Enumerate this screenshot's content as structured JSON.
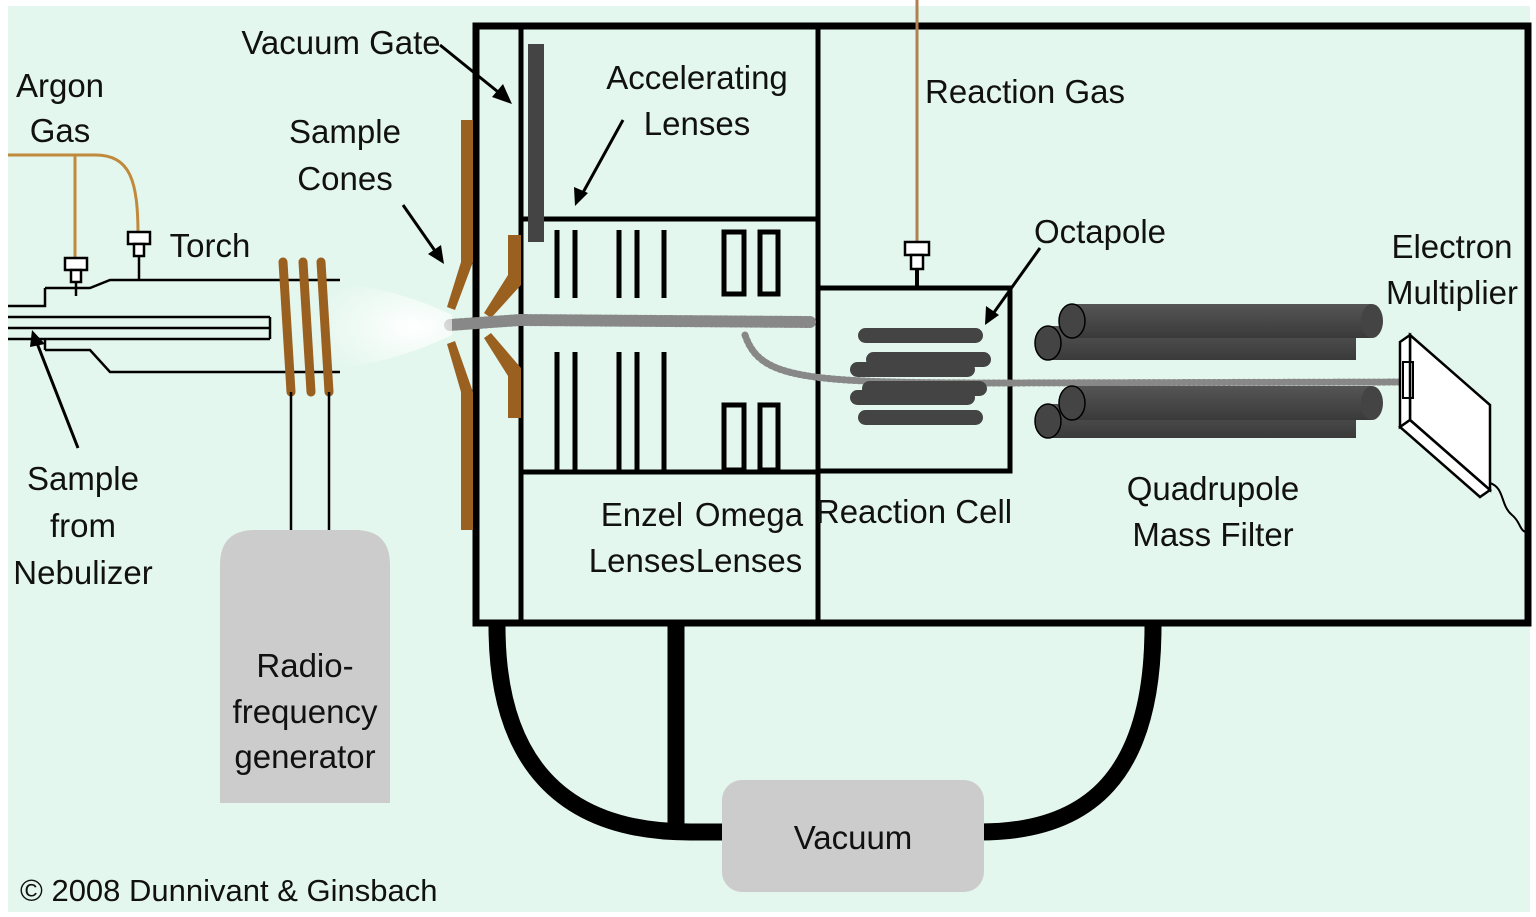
{
  "colors": {
    "background": "#e4f7ee",
    "outline": "#000000",
    "copper": "#9a6020",
    "argon_line": "#c08a3c",
    "reaction_gas_line": "#b08050",
    "rods": "#444444",
    "dark_gate": "#444444",
    "boxes": "#cccccc",
    "beam": "#888888"
  },
  "labels": {
    "argon_line1": "Argon",
    "argon_line2": "Gas",
    "vacuum_gate": "Vacuum Gate",
    "sample_cones_line1": "Sample",
    "sample_cones_line2": "Cones",
    "accelerating_line1": "Accelerating",
    "accelerating_line2": "Lenses",
    "reaction_gas": "Reaction Gas",
    "torch": "Torch",
    "octapole": "Octapole",
    "electron_line1": "Electron",
    "electron_line2": "Multiplier",
    "sample_nebulizer_line1": "Sample",
    "sample_nebulizer_line2": "from",
    "sample_nebulizer_line3": "Nebulizer",
    "enzel_line1": "Enzel",
    "enzel_line2": "Lenses",
    "omega_line1": "Omega",
    "omega_line2": "Lenses",
    "reaction_cell": "Reaction Cell",
    "quadrupole_line1": "Quadrupole",
    "quadrupole_line2": "Mass Filter",
    "rf_line1": "Radio-",
    "rf_line2": "frequency",
    "rf_line3": "generator",
    "vacuum": "Vacuum",
    "copyright": "© 2008 Dunnivant & Ginsbach"
  }
}
